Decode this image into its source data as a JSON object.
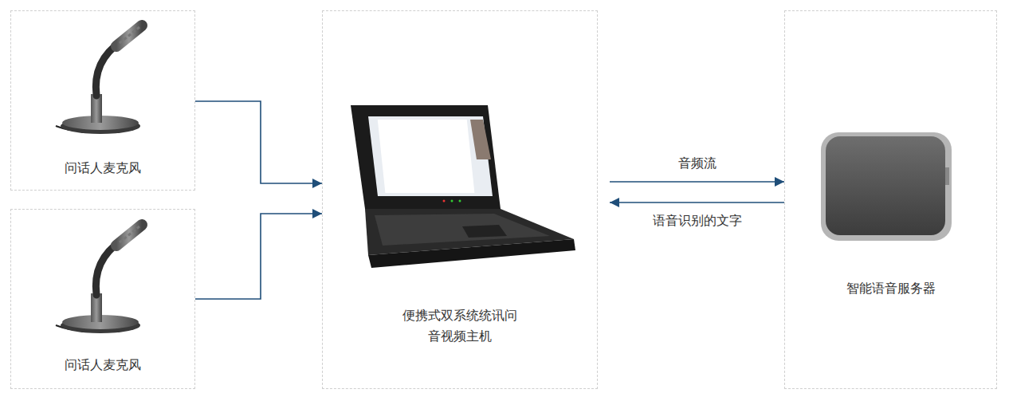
{
  "diagram": {
    "nodes": [
      {
        "text": [
          "问话人麦克风"
        ]
      },
      {
        "text": [
          "问话人麦克风"
        ]
      },
      {
        "text": [
          "便携式双系统统讯问 音视频主机"
        ]
      },
      {
        "text": [
          "智能语音服务器"
        ]
      }
    ],
    "edges": [
      {
        "from": 0,
        "to": 2,
        "arrow": "to"
      },
      {
        "from": 1,
        "to": 2,
        "arrow": "to"
      },
      {
        "from": 2,
        "to": 3,
        "label": "音频流",
        "arrow": "to"
      },
      {
        "from": 3,
        "to": 2,
        "label": "语音识别的文字",
        "arrow": "to"
      }
    ]
  }
}
